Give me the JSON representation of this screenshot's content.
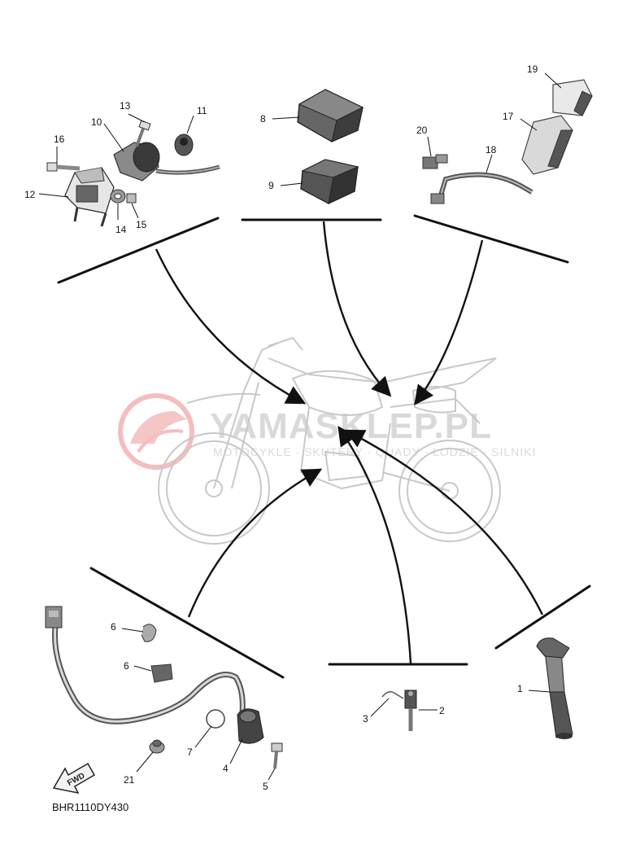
{
  "diagram": {
    "drawing_code": "BHR1110DY430",
    "watermark": {
      "brand": "YAMASKLEP.PL",
      "tagline": "MOTOCYKLE · SKUTERY · QUADY · ŁODZIE · SILNIKI"
    },
    "fwd_label": "FWD",
    "callouts": {
      "c1": "1",
      "c2": "2",
      "c3": "3",
      "c4": "4",
      "c5": "5",
      "c6a": "6",
      "c6b": "6",
      "c7": "7",
      "c8": "8",
      "c9": "9",
      "c10": "10",
      "c11": "11",
      "c12": "12",
      "c13": "13",
      "c14": "14",
      "c15": "15",
      "c16": "16",
      "c17": "17",
      "c18": "18",
      "c19": "19",
      "c20": "20",
      "c21": "21"
    },
    "colors": {
      "line": "#111111",
      "part_dark": "#3a3a3a",
      "part_mid": "#6b6b6b",
      "part_light": "#cfcfcf",
      "ghost_bike": "#c8c8c8",
      "watermark_logo": "#f2b3b3"
    }
  }
}
